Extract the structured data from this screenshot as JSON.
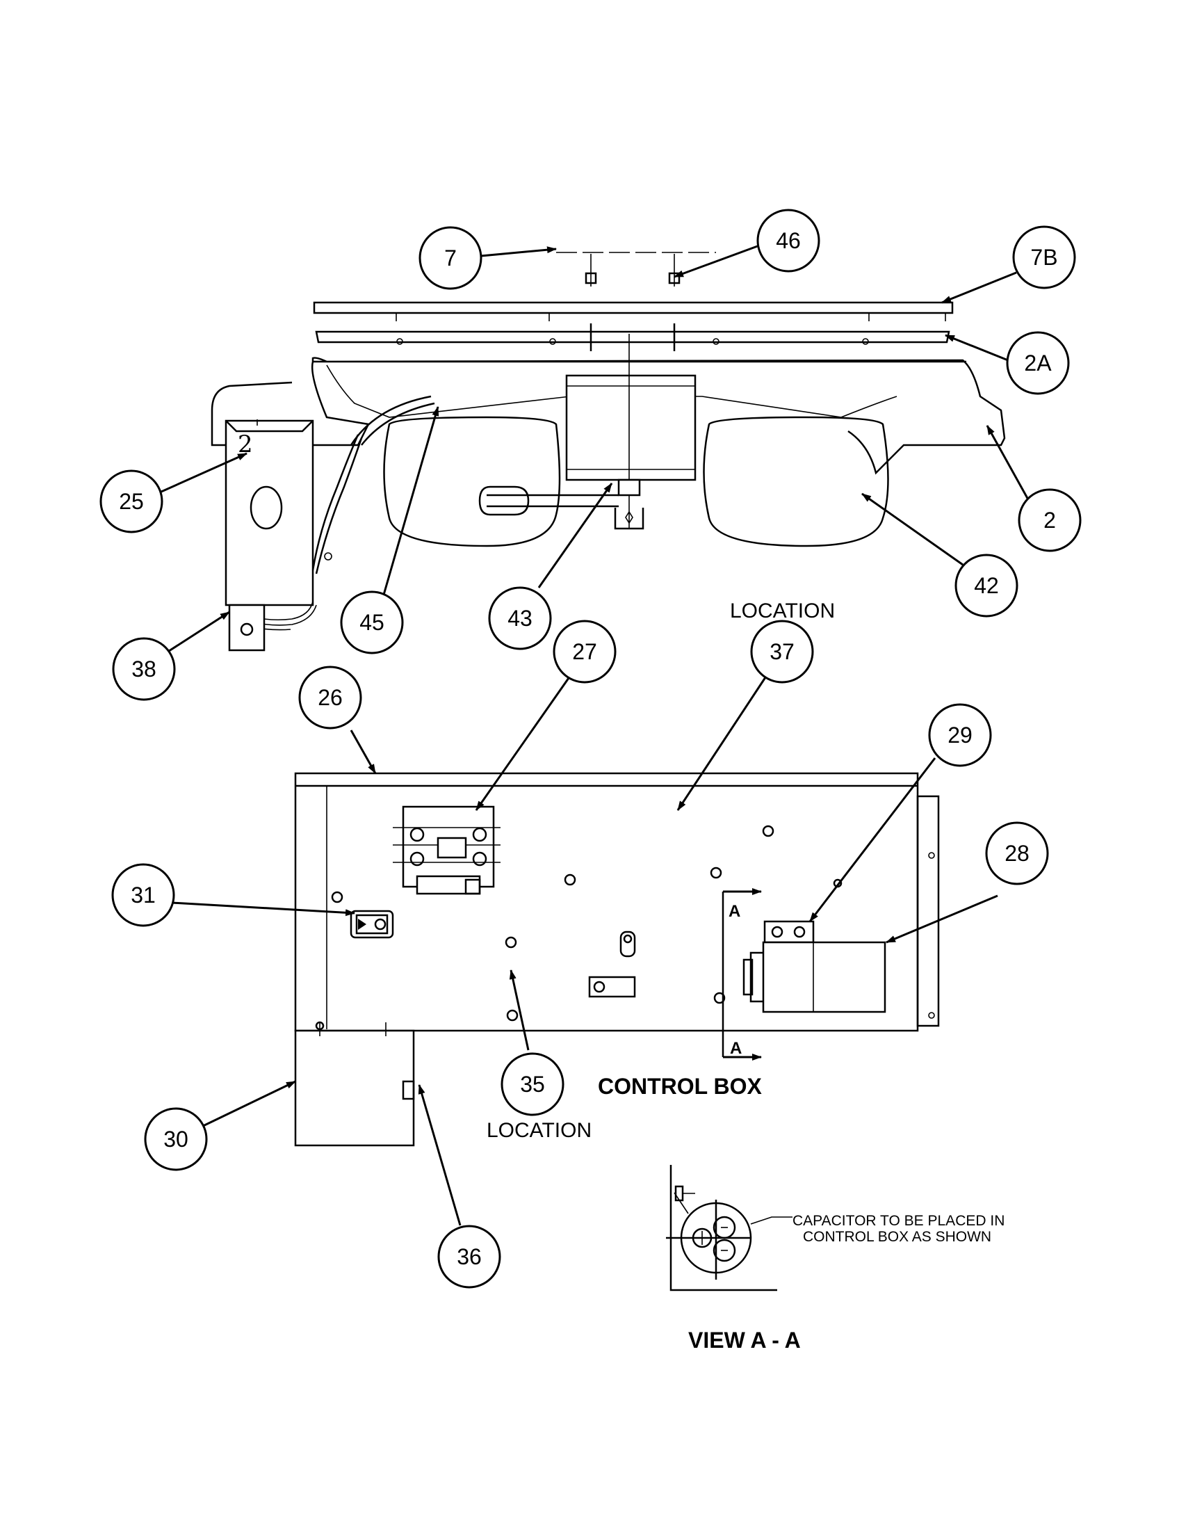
{
  "callouts": {
    "c7": "7",
    "c46": "46",
    "c7b": "7B",
    "c2a": "2A",
    "c2": "2",
    "c25": "25",
    "c42": "42",
    "c45": "45",
    "c43": "43",
    "c38": "38",
    "c27": "27",
    "c37": "37",
    "c26": "26",
    "c29": "29",
    "c28": "28",
    "c31": "31",
    "c35": "35",
    "c30": "30",
    "c36": "36"
  },
  "labels": {
    "location_top": "LOCATION",
    "location_bottom": "LOCATION",
    "control_box": "CONTROL BOX",
    "section_a_top": "A",
    "section_a_bottom": "A",
    "capacitor_note_line1": "CAPACITOR TO BE PLACED IN",
    "capacitor_note_line2": "CONTROL BOX AS SHOWN",
    "view_title": "VIEW A - A",
    "handwritten_mark": "2"
  }
}
